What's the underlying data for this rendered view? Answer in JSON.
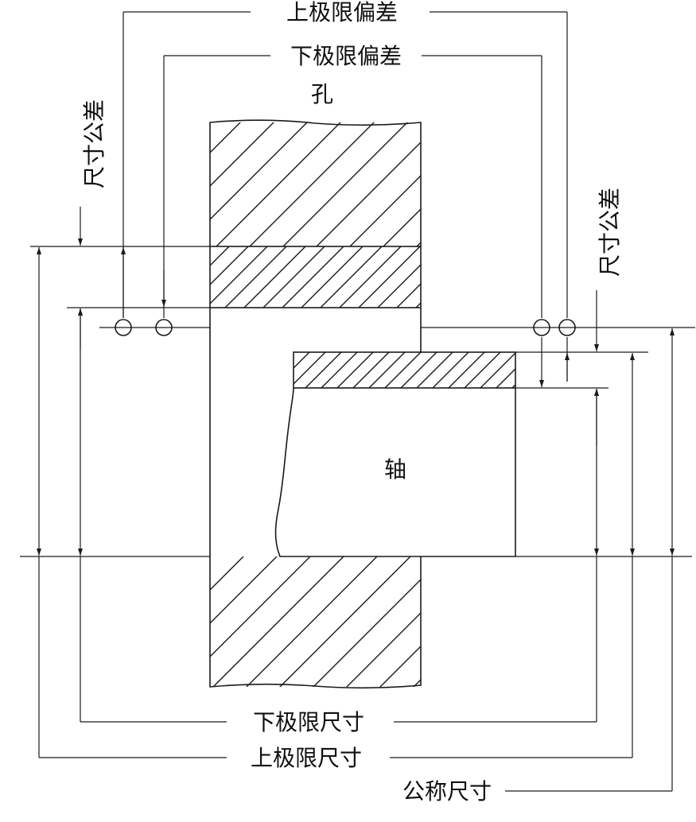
{
  "labels": {
    "upper_deviation": "上极限偏差",
    "lower_deviation": "下极限偏差",
    "hole": "孔",
    "size_tolerance_left": "尺寸公差",
    "size_tolerance_right": "尺寸公差",
    "shaft": "轴",
    "lower_limit_size": "下极限尺寸",
    "upper_limit_size": "上极限尺寸",
    "nominal_size": "公称尺寸"
  }
}
